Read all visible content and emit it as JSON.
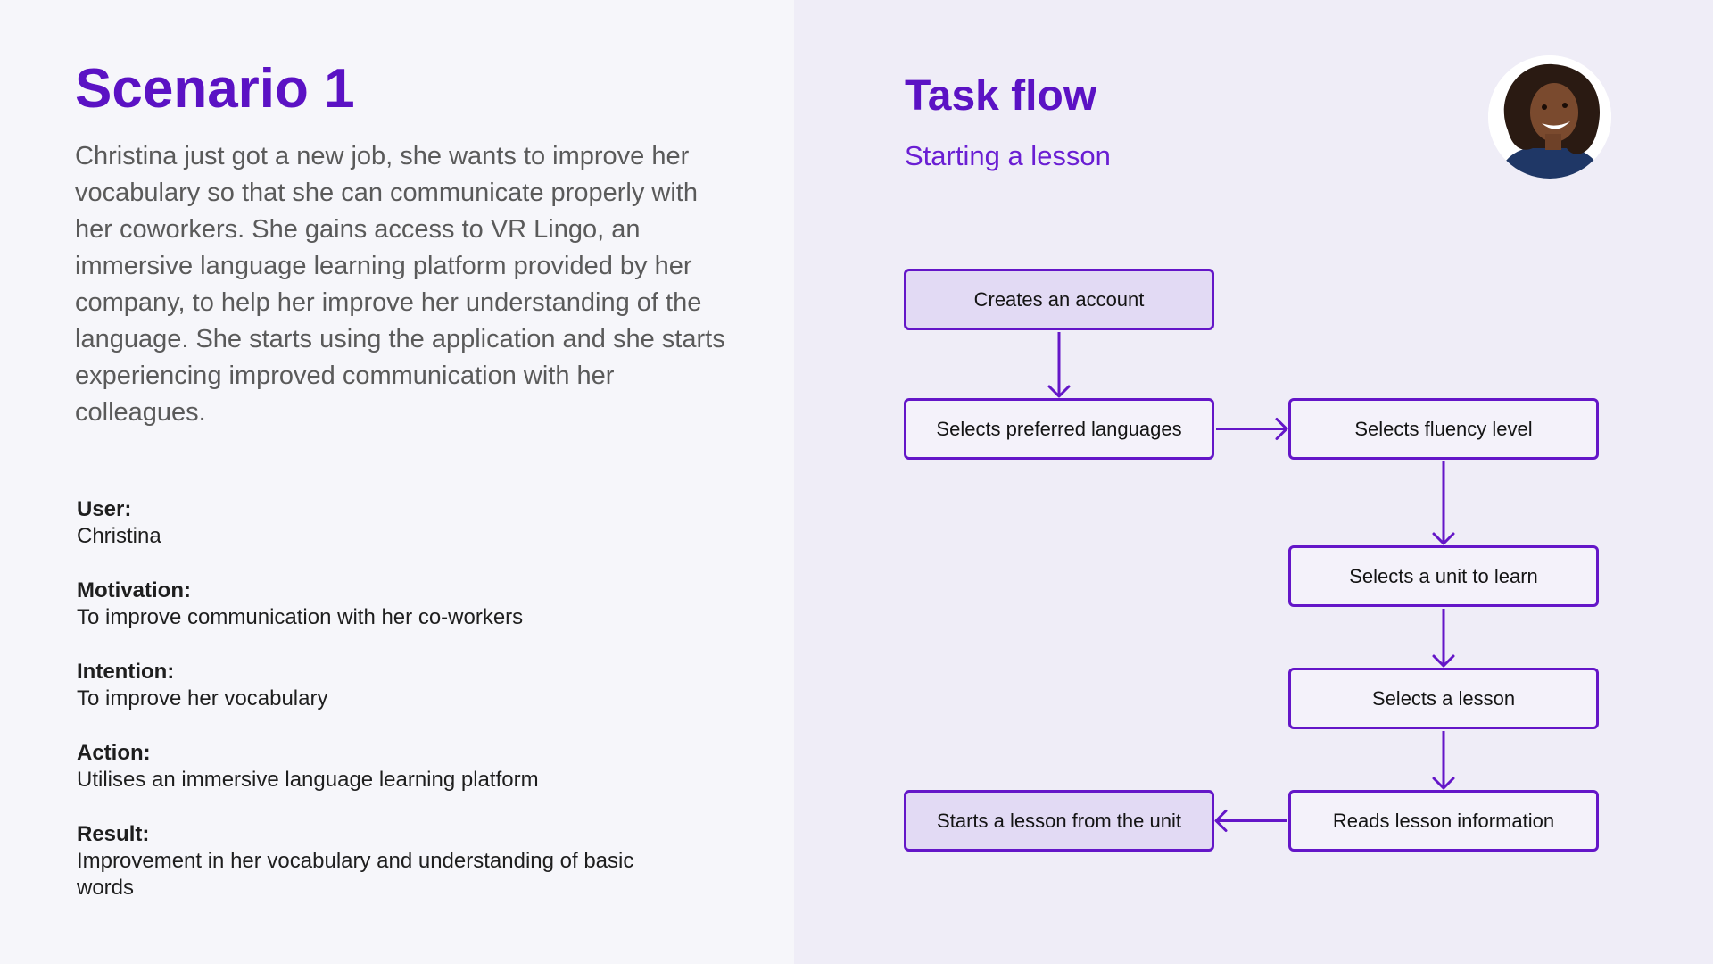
{
  "scenario": {
    "title": "Scenario 1",
    "description": "Christina just got a new job, she wants to improve her vocabulary so that she can communicate properly with her coworkers. She gains access to VR Lingo, an immersive  language learning platform provided by her company, to help her improve her understanding of the language. She starts using the application and she starts experiencing improved communication with her colleagues.",
    "details": [
      {
        "label": "User:",
        "value": "Christina"
      },
      {
        "label": "Motivation:",
        "value": "To improve communication with her co-workers"
      },
      {
        "label": "Intention:",
        "value": "To improve her vocabulary"
      },
      {
        "label": "Action:",
        "value": "Utilises an immersive language learning platform"
      },
      {
        "label": "Result:",
        "value": "Improvement in her vocabulary and understanding of basic words"
      }
    ]
  },
  "taskflow": {
    "title": "Task flow",
    "subtitle": "Starting a lesson",
    "nodes": [
      {
        "id": "create-account",
        "label": "Creates an account",
        "highlight": true
      },
      {
        "id": "preferred-languages",
        "label": "Selects preferred languages",
        "highlight": false
      },
      {
        "id": "fluency-level",
        "label": "Selects fluency level",
        "highlight": false
      },
      {
        "id": "select-unit",
        "label": "Selects a unit to learn",
        "highlight": false
      },
      {
        "id": "select-lesson",
        "label": "Selects a lesson",
        "highlight": false
      },
      {
        "id": "read-info",
        "label": "Reads lesson information",
        "highlight": false
      },
      {
        "id": "start-lesson",
        "label": "Starts a lesson from the unit",
        "highlight": true
      }
    ],
    "edges": [
      {
        "from": "create-account",
        "to": "preferred-languages"
      },
      {
        "from": "preferred-languages",
        "to": "fluency-level"
      },
      {
        "from": "fluency-level",
        "to": "select-unit"
      },
      {
        "from": "select-unit",
        "to": "select-lesson"
      },
      {
        "from": "select-lesson",
        "to": "read-info"
      },
      {
        "from": "read-info",
        "to": "start-lesson"
      }
    ]
  },
  "colors": {
    "accent": "#5b12c4",
    "node_border": "#6416c8",
    "node_highlight": "#e2daf4",
    "arrow": "#6416c8"
  }
}
